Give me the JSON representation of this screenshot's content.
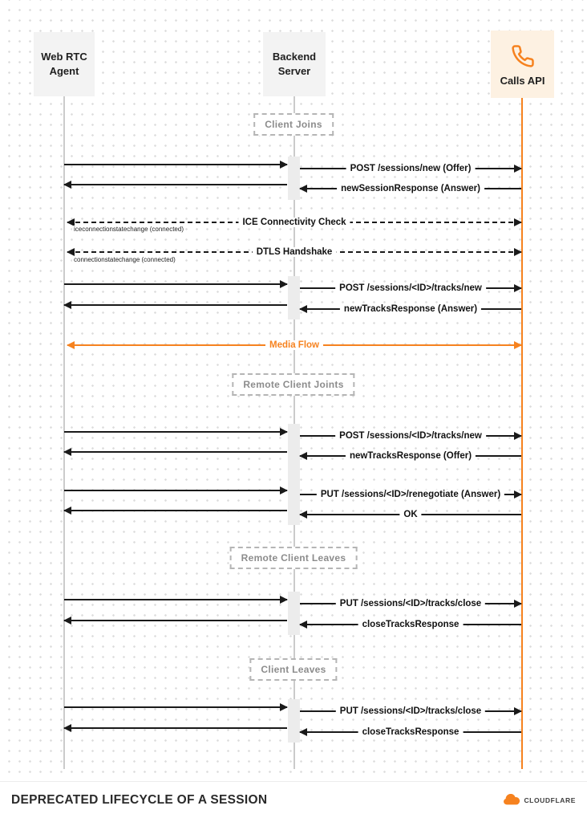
{
  "actors": {
    "webrtc": "Web RTC Agent",
    "backend": "Backend Server",
    "calls": "Calls API"
  },
  "sections": {
    "client_joins": "Client Joins",
    "remote_client_joins": "Remote Client Joints",
    "remote_client_leaves": "Remote Client Leaves",
    "client_leaves": "Client Leaves"
  },
  "messages": {
    "post_sessions_new": "POST /sessions/new (Offer)",
    "new_session_response": "newSessionResponse (Answer)",
    "ice_check": "ICE Connectivity Check",
    "ice_event": "iceconnectionstatechange (connected)",
    "dtls_handshake": "DTLS Handshake",
    "dtls_event": "connectionstatechange (connected)",
    "post_tracks_new": "POST /sessions/<ID>/tracks/new",
    "new_tracks_response_answer": "newTracksResponse (Answer)",
    "media_flow": "Media Flow",
    "remote_post_tracks_new": "POST /sessions/<ID>/tracks/new",
    "new_tracks_response_offer": "newTracksResponse (Offer)",
    "put_renegotiate": "PUT /sessions/<ID>/renegotiate (Answer)",
    "ok": "OK",
    "put_tracks_close_remote": "PUT /sessions/<ID>/tracks/close",
    "close_tracks_response_remote": "closeTracksResponse",
    "put_tracks_close": "PUT /sessions/<ID>/tracks/close",
    "close_tracks_response": "closeTracksResponse"
  },
  "footer": {
    "title": "DEPRECATED LIFECYCLE OF A SESSION",
    "logo": "CLOUDFLARE"
  },
  "colors": {
    "orange": "#f6821f",
    "message_line": "#1a1a1a",
    "lifeline_gray": "#cbcbcb",
    "actor_gray_bg": "#f3f3f3",
    "calls_bg": "#fdf1e2"
  }
}
